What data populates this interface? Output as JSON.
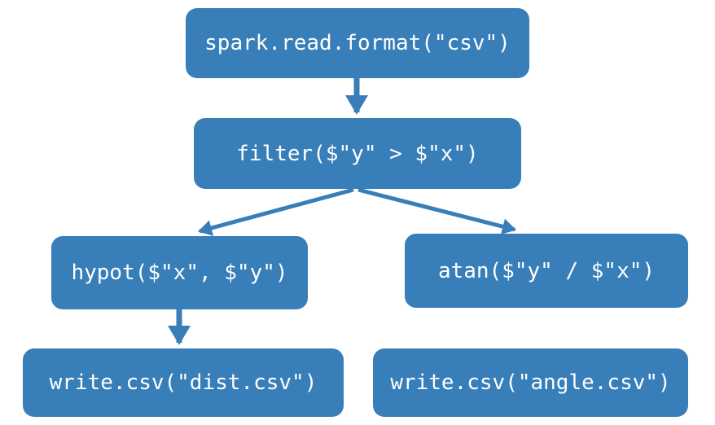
{
  "diagram": {
    "type": "flowchart",
    "accent_color": "#387EB8",
    "text_color": "#FFFFFF",
    "background_color": "#FFFFFF",
    "nodes": [
      {
        "id": "read",
        "label": "spark.read.format(\"csv\")"
      },
      {
        "id": "filter",
        "label": "filter($\"y\" > $\"x\")"
      },
      {
        "id": "hypot",
        "label": "hypot($\"x\", $\"y\")"
      },
      {
        "id": "atan",
        "label": "atan($\"y\" / $\"x\")"
      },
      {
        "id": "write_dist",
        "label": "write.csv(\"dist.csv\")"
      },
      {
        "id": "write_angle",
        "label": "write.csv(\"angle.csv\")"
      }
    ],
    "edges": [
      {
        "from": "read",
        "to": "filter"
      },
      {
        "from": "filter",
        "to": "hypot"
      },
      {
        "from": "filter",
        "to": "atan"
      },
      {
        "from": "hypot",
        "to": "write_dist"
      }
    ]
  }
}
